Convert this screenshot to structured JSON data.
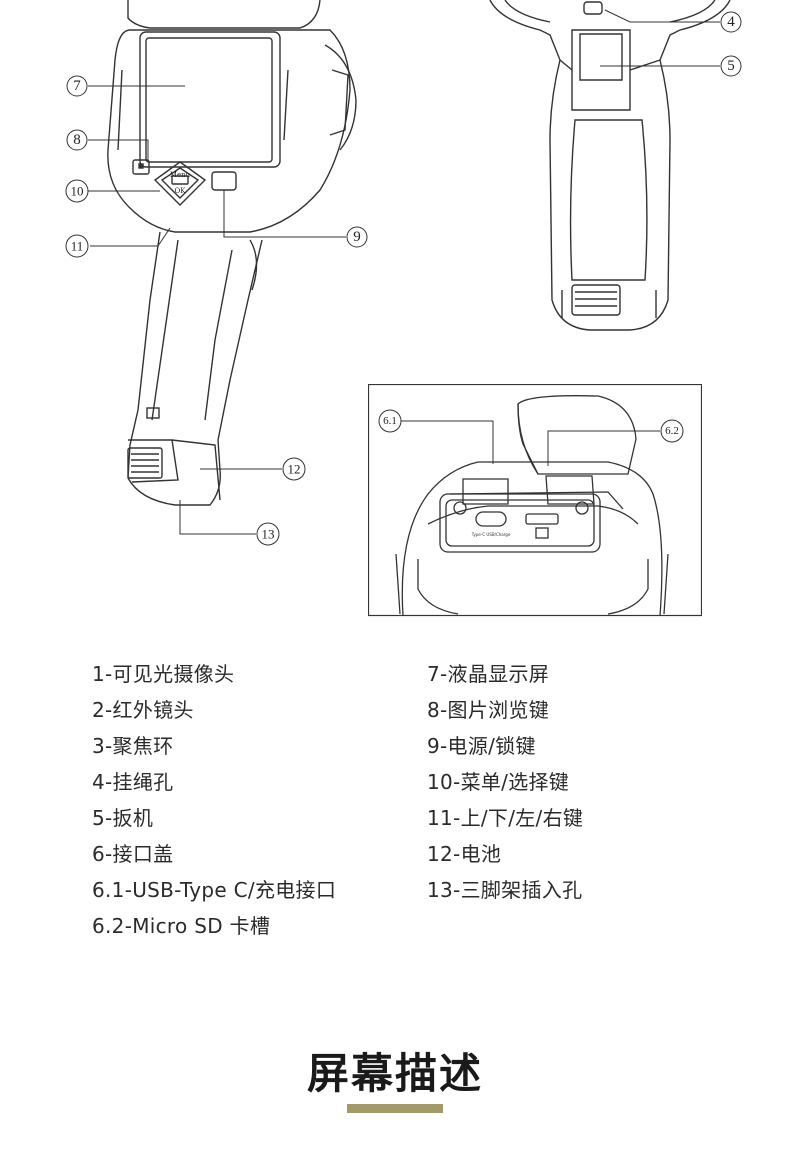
{
  "callouts": {
    "c7": "7",
    "c8": "8",
    "c10": "10",
    "c11": "11",
    "c9": "9",
    "c12": "12",
    "c13": "13",
    "c4": "4",
    "c5": "5",
    "c61": "6.1",
    "c62": "6.2"
  },
  "device_labels": {
    "menu": "Menu",
    "ok": "OK",
    "port_text": "Type-C USB/Charge"
  },
  "legend": {
    "left": [
      "1-可见光摄像头",
      "2-红外镜头",
      "3-聚焦环",
      "4-挂绳孔",
      "5-扳机",
      "6-接口盖",
      "6.1-USB-Type C/充电接口",
      "6.2-Micro SD 卡槽"
    ],
    "right": [
      "7-液晶显示屏",
      "8-图片浏览键",
      "9-电源/锁键",
      "10-菜单/选择键",
      "11-上/下/左/右键",
      "12-电池",
      "13-三脚架插入孔"
    ]
  },
  "section": {
    "title": "屏幕描述",
    "accent_color": "#a39a6c"
  }
}
